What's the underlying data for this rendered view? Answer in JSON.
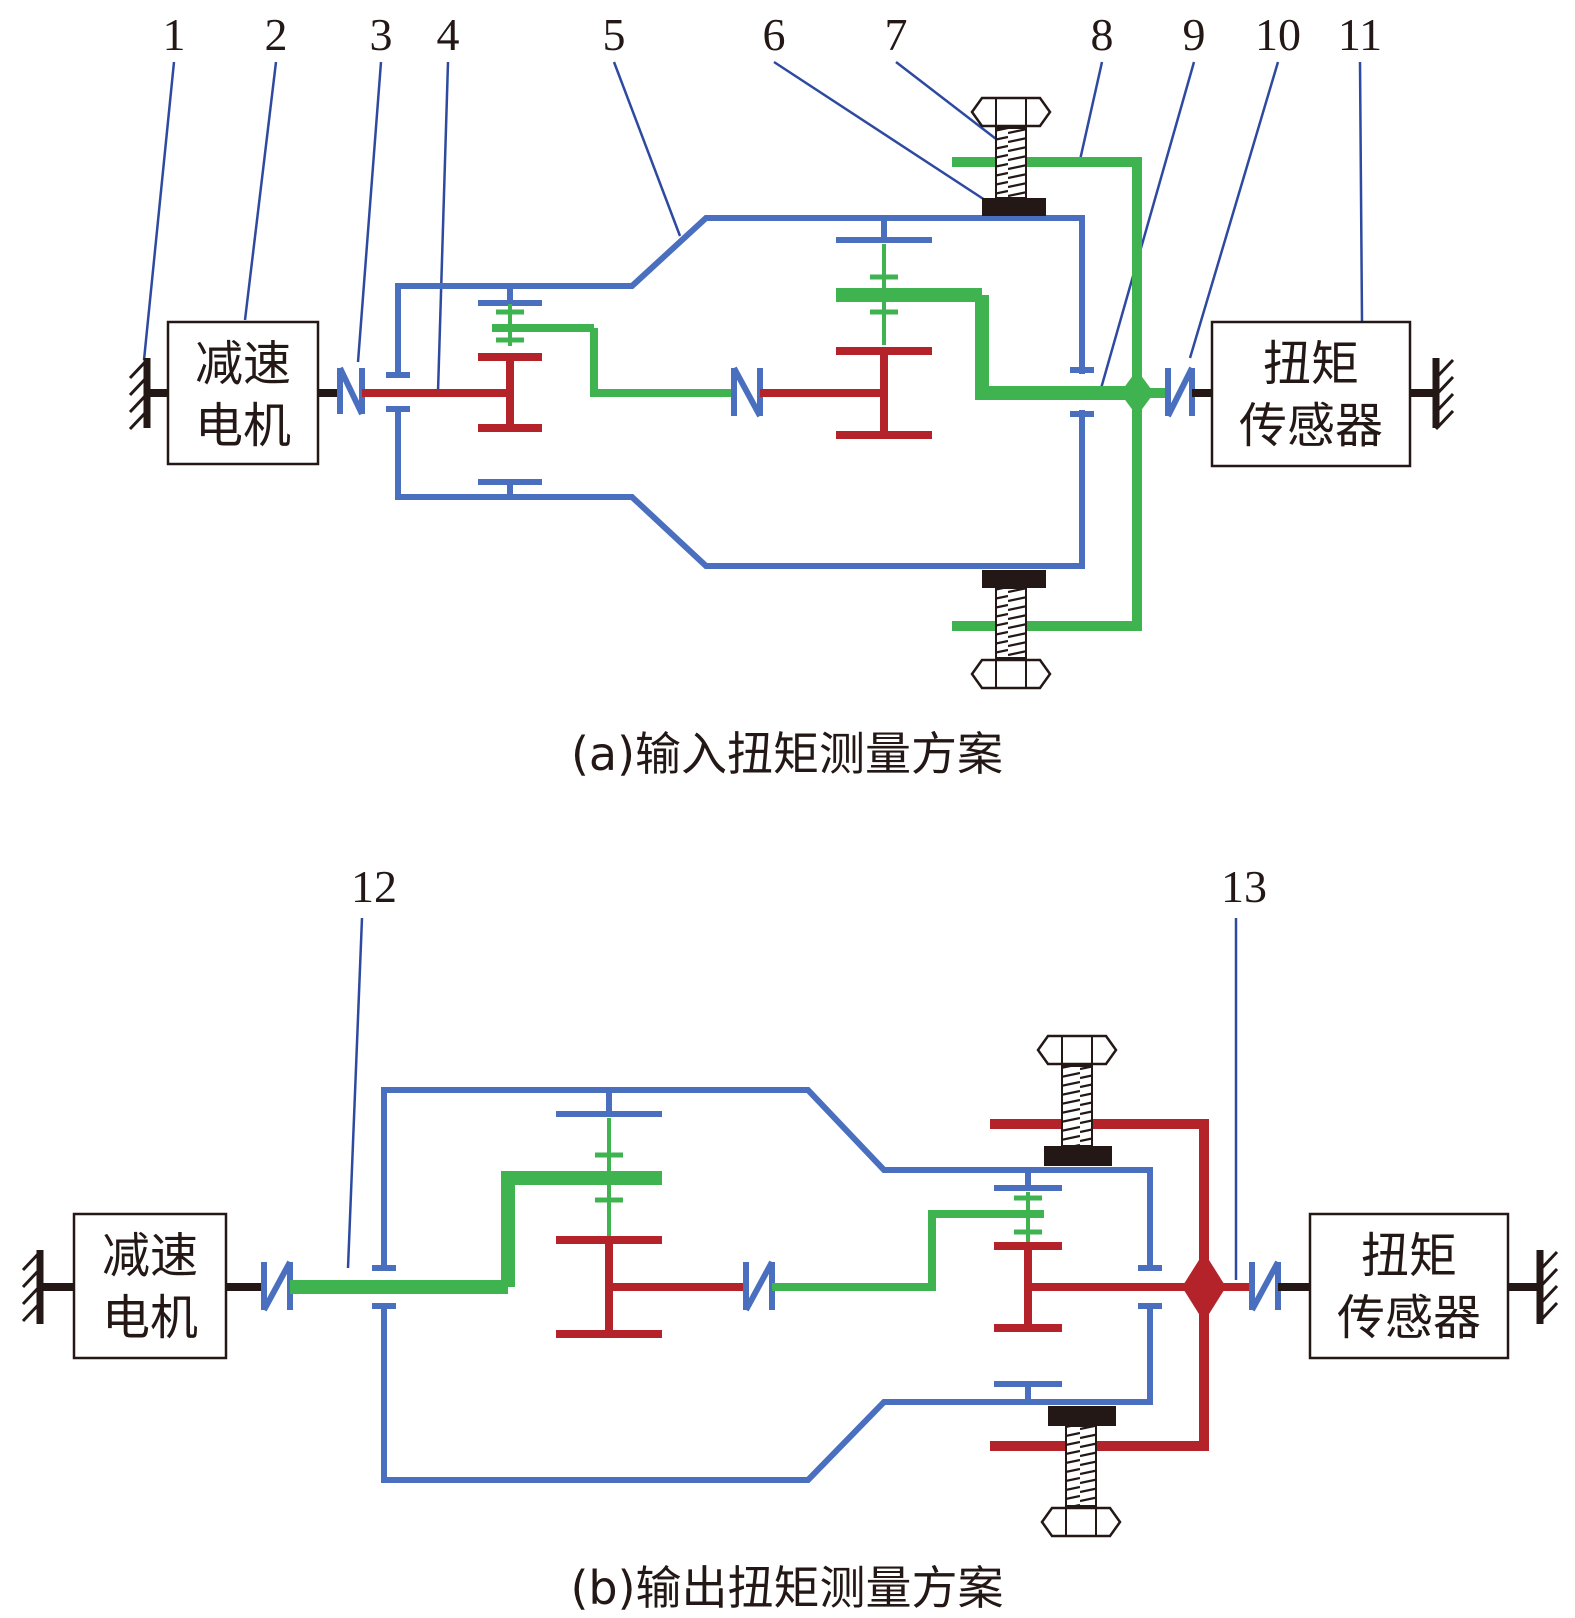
{
  "diagram_a": {
    "part_numbers": [
      "1",
      "2",
      "3",
      "4",
      "5",
      "6",
      "7",
      "8",
      "9",
      "10",
      "11"
    ],
    "motor_label_line1": "减速",
    "motor_label_line2": "电机",
    "sensor_label_line1": "扭矩",
    "sensor_label_line2": "传感器",
    "caption": "(a)输入扭矩测量方案"
  },
  "diagram_b": {
    "part_numbers": [
      "12",
      "13"
    ],
    "motor_label_line1": "减速",
    "motor_label_line2": "电机",
    "sensor_label_line1": "扭矩",
    "sensor_label_line2": "传感器",
    "caption": "(b)输出扭矩测量方案"
  },
  "colors": {
    "housing": "#4a6fbf",
    "green_shaft": "#3fb34f",
    "red_shaft": "#b5232a",
    "leader": "#2e4aa0",
    "black": "#231815"
  },
  "icons": [
    "ground-hatch-icon",
    "coupling-icon",
    "bolt-icon",
    "gear-icon"
  ]
}
